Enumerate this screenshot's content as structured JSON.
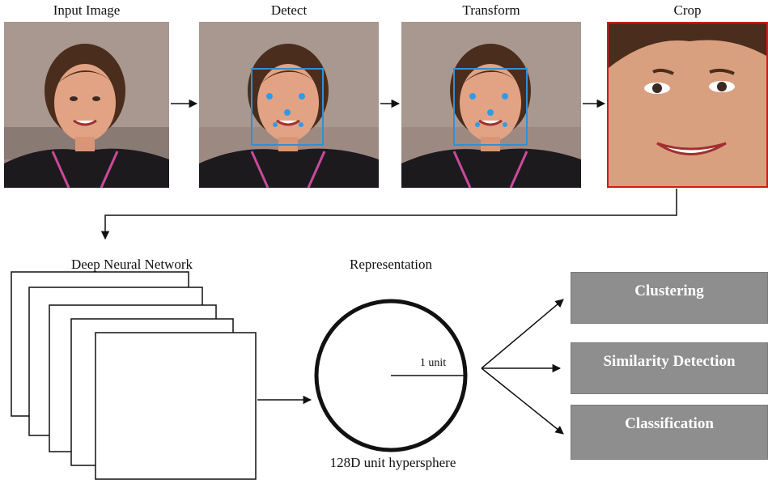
{
  "pipeline": {
    "steps": [
      {
        "label": "Input Image"
      },
      {
        "label": "Detect"
      },
      {
        "label": "Transform"
      },
      {
        "label": "Crop"
      }
    ]
  },
  "network": {
    "title": "Deep Neural Network"
  },
  "representation": {
    "title": "Representation",
    "radius_label": "1 unit",
    "caption": "128D unit hypersphere"
  },
  "tasks": [
    {
      "label": "Clustering"
    },
    {
      "label": "Similarity Detection"
    },
    {
      "label": "Classification"
    }
  ],
  "colors": {
    "box": "#2f8fd8",
    "landmark": "#2f9be8",
    "crop_border": "#d01a1a",
    "task_fill": "#8e8e8e"
  }
}
